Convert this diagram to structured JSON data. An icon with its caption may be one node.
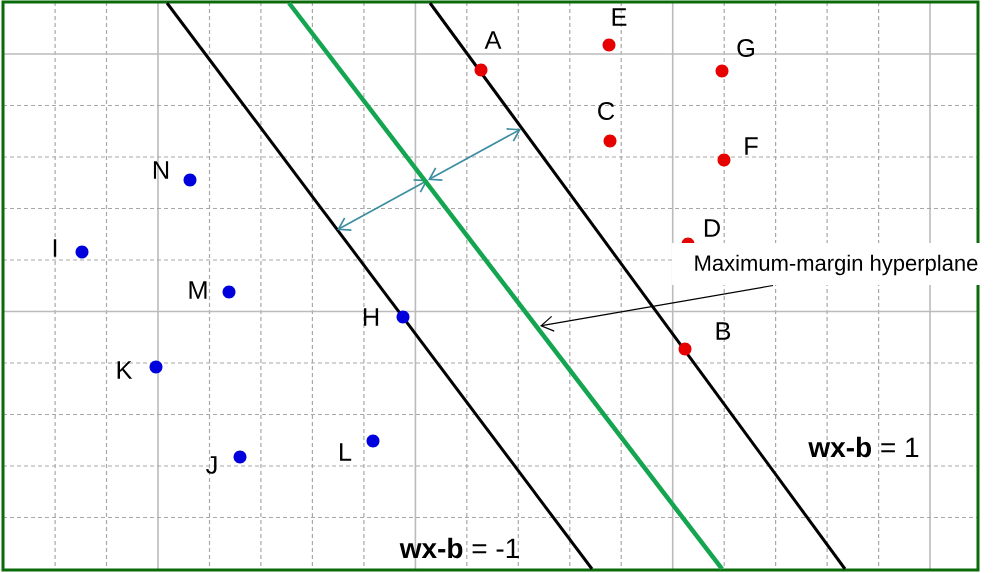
{
  "diagram": {
    "nodes": [
      {
        "text": [
          "Maximum-margin hyperplane"
        ]
      },
      {
        "text": [],
        "shape": "line"
      }
    ],
    "edges": [
      {
        "from": 0,
        "to": 1,
        "arrow": "to"
      }
    ],
    "labels": [
      "E",
      "A",
      "G",
      "C",
      "F",
      "N",
      "D",
      "I",
      "M",
      "H",
      "B",
      "K",
      "L",
      "J",
      "**wx-b** = 1",
      "**wx-b** = -1"
    ]
  }
}
